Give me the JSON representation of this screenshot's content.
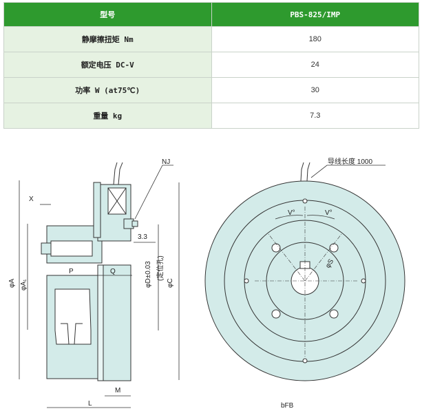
{
  "table": {
    "header": {
      "col1": "型号",
      "col2": "PBS-825/IMP"
    },
    "rows": [
      {
        "label": "静摩擦扭矩 Nm",
        "value": "180"
      },
      {
        "label": "额定电压 DC-V",
        "value": "24"
      },
      {
        "label": "功率 W (at75℃)",
        "value": "30"
      },
      {
        "label": "重量 kg",
        "value": "7.3"
      }
    ]
  },
  "drawing": {
    "left": {
      "nj": "NJ",
      "x": "X",
      "dim_33": "3.3",
      "p": "P",
      "q": "Q",
      "phi_a": "φA",
      "phi_a1": "φA₁",
      "phi_d": "φD±0.03",
      "phi_d_note": "(定位孔)",
      "phi_c": "φC",
      "m": "M",
      "l": "L"
    },
    "right": {
      "lead": "导线长度 1000",
      "v1": "V°",
      "v2": "V°",
      "bolt_label": "φS",
      "code": "bFB"
    },
    "colors": {
      "fill": "#d3ebe9",
      "stroke": "#333333",
      "green": "#2e9a2e"
    }
  }
}
